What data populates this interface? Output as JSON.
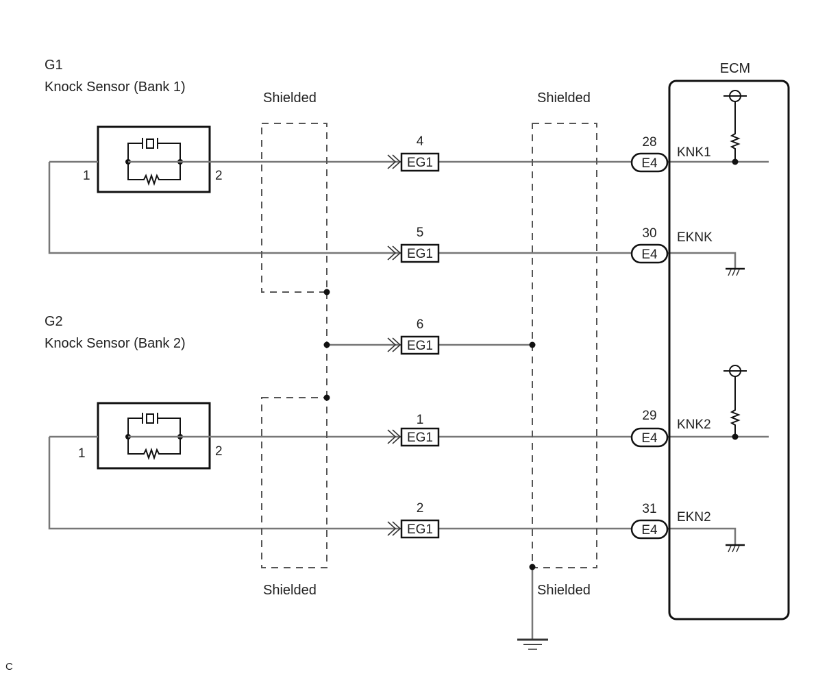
{
  "sensors": [
    {
      "id": "G1",
      "name": "Knock Sensor  (Bank 1)",
      "pin_left": "1",
      "pin_right": "2"
    },
    {
      "id": "G2",
      "name": "Knock Sensor (Bank 2)",
      "pin_left": "1",
      "pin_right": "2"
    }
  ],
  "shield_labels": {
    "top_left": "Shielded",
    "top_right": "Shielded",
    "bottom_left": "Shielded",
    "bottom_right": "Shielded"
  },
  "ecm": {
    "title": "ECM"
  },
  "connectors": [
    {
      "pin": "4",
      "name": "EG1"
    },
    {
      "pin": "5",
      "name": "EG1"
    },
    {
      "pin": "6",
      "name": "EG1"
    },
    {
      "pin": "1",
      "name": "EG1"
    },
    {
      "pin": "2",
      "name": "EG1"
    }
  ],
  "ecm_terminals": [
    {
      "pin": "28",
      "connector": "E4",
      "signal": "KNK1"
    },
    {
      "pin": "30",
      "connector": "E4",
      "signal": "EKNK"
    },
    {
      "pin": "29",
      "connector": "E4",
      "signal": "KNK2"
    },
    {
      "pin": "31",
      "connector": "E4",
      "signal": "EKN2"
    }
  ],
  "footer_code": "C"
}
